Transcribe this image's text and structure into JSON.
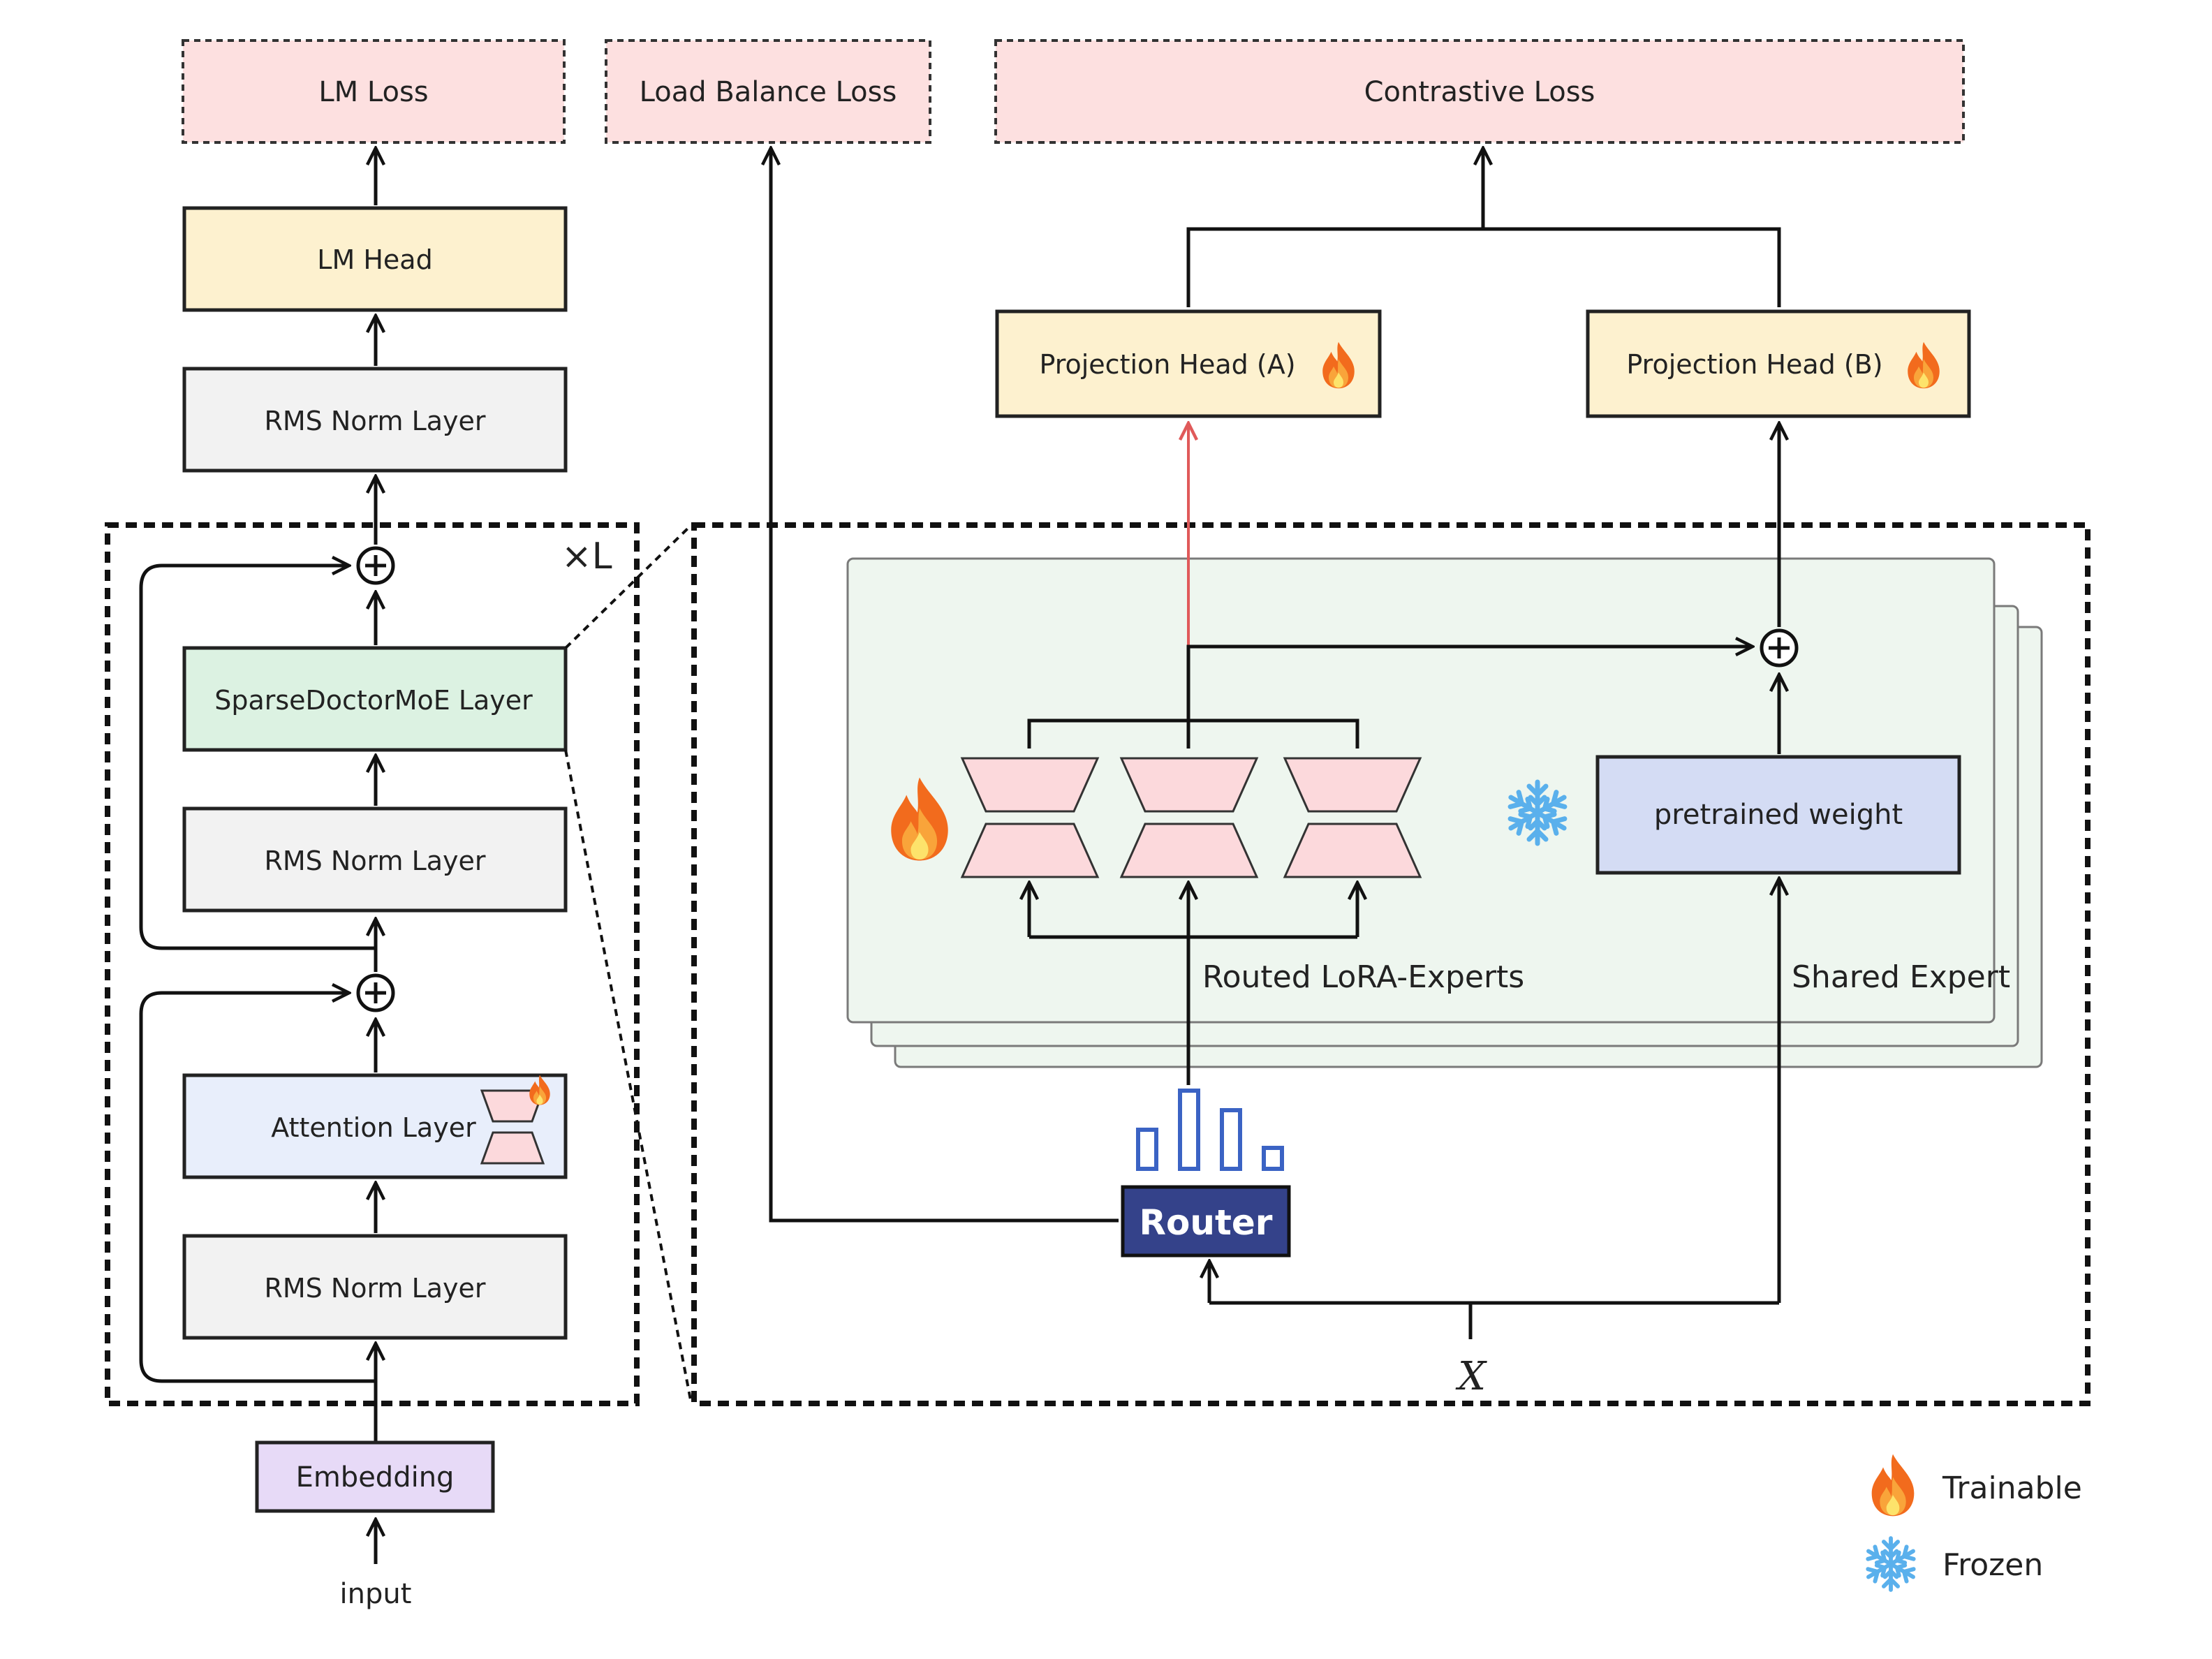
{
  "losses": {
    "lm_loss": "LM Loss",
    "load_balance_loss": "Load Balance Loss",
    "contrastive_loss": "Contrastive Loss"
  },
  "decoder": {
    "lm_head": "LM Head",
    "rms_norm_top": "RMS Norm Layer",
    "repeat_label": "×L",
    "moe_layer": "SparseDoctorMoE Layer",
    "rms_norm_mid": "RMS Norm Layer",
    "attention_layer": "Attention Layer",
    "rms_norm_bottom": "RMS Norm Layer",
    "embedding": "Embedding",
    "input_label": "input"
  },
  "moe_detail": {
    "projection_head_a": "Projection Head (A)",
    "projection_head_b": "Projection Head (B)",
    "pretrained_weight": "pretrained weight",
    "routed_experts_label": "Routed LoRA-Experts",
    "shared_expert_label": "Shared Expert",
    "router": "Router",
    "x_label": "X"
  },
  "legend": {
    "trainable": "Trainable",
    "frozen": "Frozen"
  },
  "colors": {
    "loss_fill": "#fde0e0",
    "head_fill": "#fdf1cf",
    "norm_fill": "#f2f2f2",
    "moe_fill": "#dcf2e2",
    "attention_fill": "#e8eefb",
    "embedding_fill": "#e7daf7",
    "expert_panel_fill": "#eef6ef",
    "pretrained_fill": "#d4dcf4",
    "router_fill": "#34428a",
    "router_bars": "#3b63c4",
    "lora_trapezoid": "#fcd9dc",
    "projection_path": "#e05a5a",
    "snowflake": "#5ab0ec",
    "flame": "#f26b1d"
  },
  "icons": {
    "trainable": "flame-icon",
    "frozen": "snowflake-icon",
    "residual_add": "plus-circle-icon",
    "router_scores": "bar-chart-icon"
  }
}
